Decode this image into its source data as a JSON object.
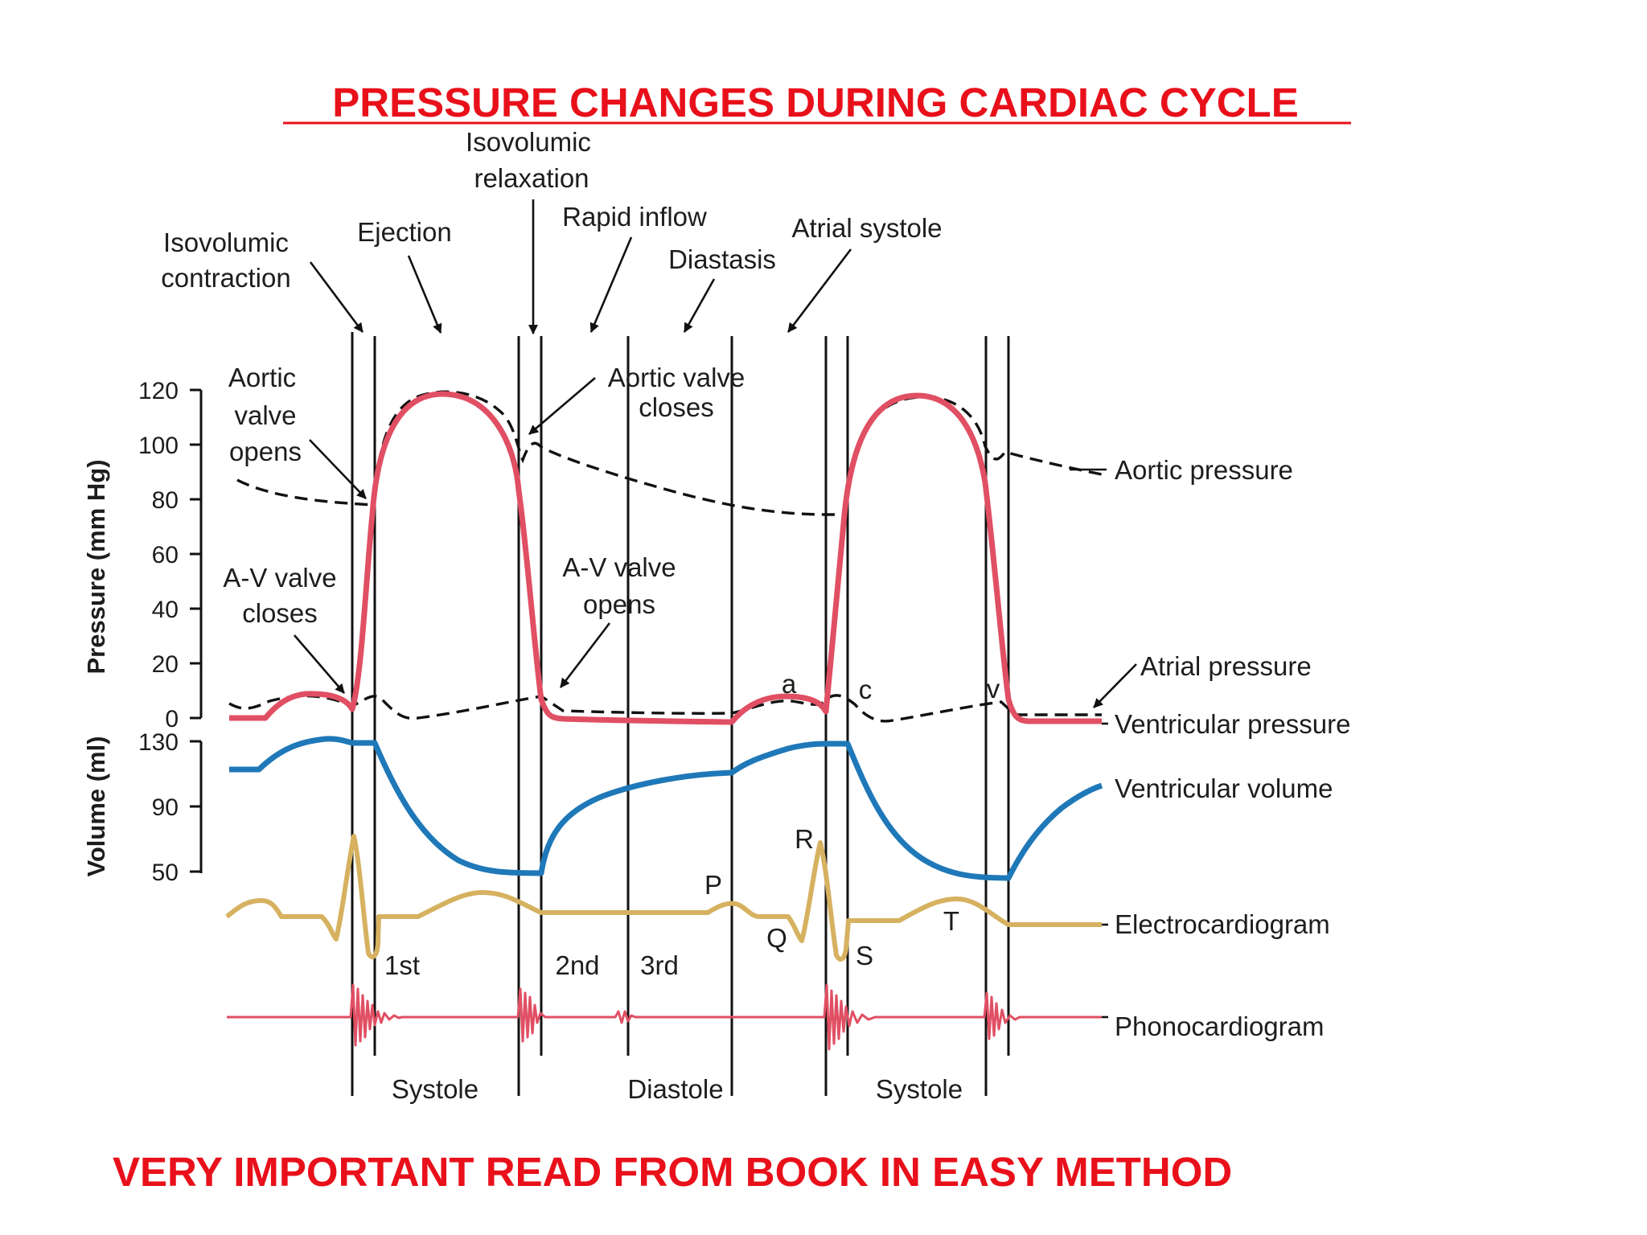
{
  "title": "PRESSURE CHANGES DURING CARDIAC CYCLE",
  "footer": "VERY IMPORTANT READ FROM BOOK IN EASY METHOD",
  "colors": {
    "title": "#e8101a",
    "ventricular_pressure": "#e04f63",
    "ventricular_volume": "#1f78b8",
    "ecg": "#d6b160",
    "phono": "#e04f63",
    "dashed": "#111111"
  },
  "phases": {
    "isovolumic_contraction": [
      "Isovolumic",
      "contraction"
    ],
    "ejection": "Ejection",
    "isovolumic_relaxation": [
      "Isovolumic",
      "relaxation"
    ],
    "rapid_inflow": "Rapid inflow",
    "diastasis": "Diastasis",
    "atrial_systole": "Atrial systole"
  },
  "events": {
    "aortic_opens": [
      "Aortic",
      "valve",
      "opens"
    ],
    "aortic_closes": [
      "Aortic valve",
      "closes"
    ],
    "av_closes": [
      "A-V valve",
      "closes"
    ],
    "av_opens": [
      "A-V valve",
      "opens"
    ]
  },
  "axes": {
    "pressure": {
      "label": "Pressure (mm Hg)",
      "ticks": [
        "120",
        "100",
        "80",
        "60",
        "40",
        "20",
        "0"
      ]
    },
    "volume": {
      "label": "Volume (ml)",
      "ticks": [
        "130",
        "90",
        "50"
      ]
    }
  },
  "traces": {
    "aortic_pressure": "Aortic pressure",
    "atrial_pressure": "Atrial pressure",
    "ventricular_pressure": "Ventricular pressure",
    "ventricular_volume": "Ventricular volume",
    "ecg": "Electrocardiogram",
    "phono": "Phonocardiogram"
  },
  "wave_letters": {
    "a": "a",
    "c": "c",
    "v": "v"
  },
  "ecg_letters": {
    "P": "P",
    "Q": "Q",
    "R": "R",
    "S": "S",
    "T": "T"
  },
  "heart_sounds": {
    "first": "1st",
    "second": "2nd",
    "third": "3rd"
  },
  "periods": {
    "systole_1": "Systole",
    "diastole": "Diastole",
    "systole_2": "Systole"
  }
}
